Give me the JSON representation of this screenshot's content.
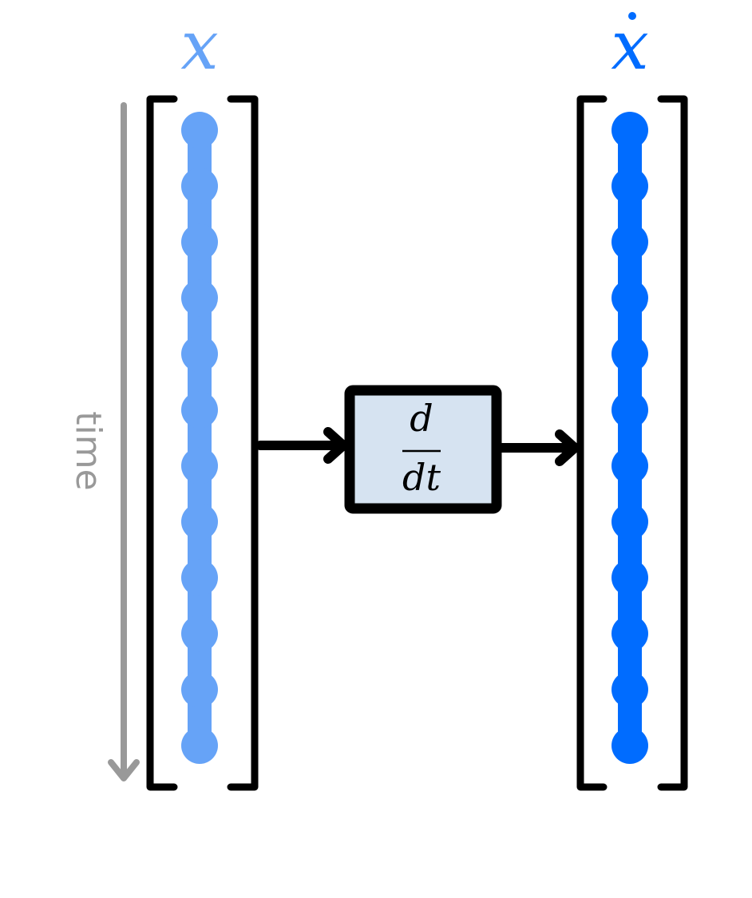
{
  "input_vector": {
    "label": "x",
    "color": "#66a3f7",
    "sample_count": 12
  },
  "output_vector": {
    "label": "x",
    "dot_accent": "˙",
    "color": "#006cff"
  },
  "time_axis": {
    "label": "time",
    "color": "#999999"
  },
  "operator": {
    "numerator": "d",
    "denominator": "dt",
    "fill_color": "#d6e3f1",
    "border_color": "#000000"
  },
  "colors": {
    "bracket": "#000000",
    "arrow": "#000000"
  }
}
